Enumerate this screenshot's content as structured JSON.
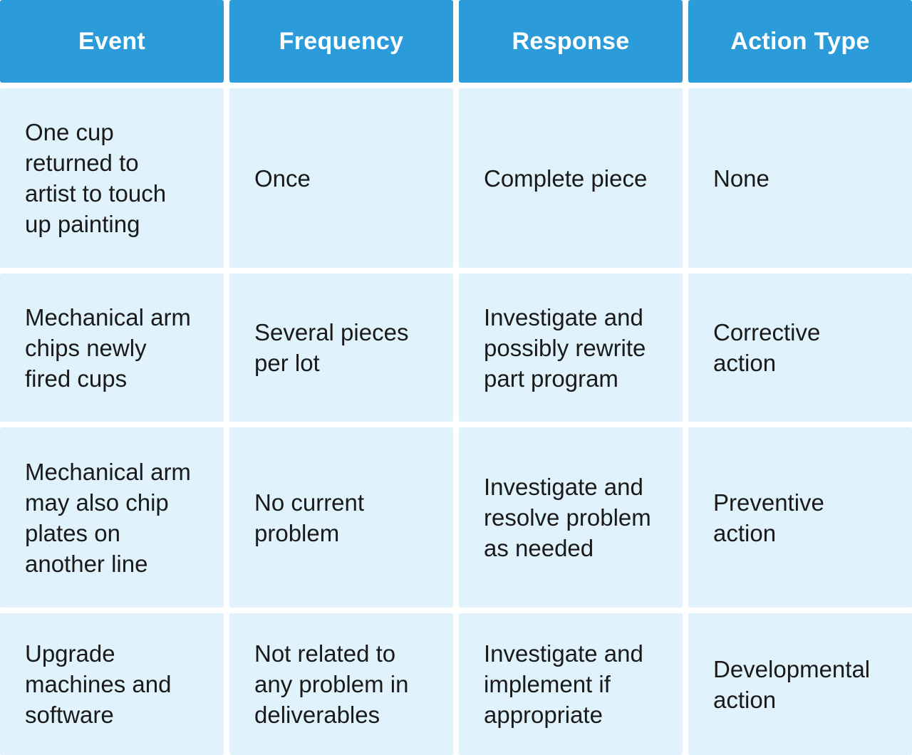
{
  "colors": {
    "header_bg": "#2B9CD9",
    "header_text": "#FFFFFF",
    "cell_bg": "#E0F2FB",
    "cell_text": "#1A1A1A",
    "gap_color": "#FFFFFF"
  },
  "table": {
    "columns": [
      "Event",
      "Frequency",
      "Response",
      "Action Type"
    ],
    "rows": [
      {
        "event": "One cup\nreturned to\nartist to touch\nup painting",
        "frequency": "Once",
        "response": "Complete piece",
        "action_type": "None"
      },
      {
        "event": "Mechanical arm\nchips newly\nfired cups",
        "frequency": "Several pieces\nper lot",
        "response": "Investigate and\npossibly rewrite\npart program",
        "action_type": "Corrective\naction"
      },
      {
        "event": "Mechanical arm\nmay also chip\nplates on\nanother line",
        "frequency": "No current\nproblem",
        "response": "Investigate and\nresolve problem\nas needed",
        "action_type": "Preventive\naction"
      },
      {
        "event": "Upgrade\nmachines and\nsoftware",
        "frequency": "Not related to\nany problem in\ndeliverables",
        "response": "Investigate and\nimplement if\nappropriate",
        "action_type": "Developmental\naction"
      }
    ]
  },
  "chart_data": {
    "type": "table",
    "columns": [
      "Event",
      "Frequency",
      "Response",
      "Action Type"
    ],
    "rows": [
      [
        "One cup returned to artist to touch up painting",
        "Once",
        "Complete piece",
        "None"
      ],
      [
        "Mechanical arm chips newly fired cups",
        "Several pieces per lot",
        "Investigate and possibly rewrite part program",
        "Corrective action"
      ],
      [
        "Mechanical arm may also chip plates on another line",
        "No current problem",
        "Investigate and resolve problem as needed",
        "Preventive action"
      ],
      [
        "Upgrade machines and software",
        "Not related to any problem in deliverables",
        "Investigate and implement if appropriate",
        "Developmental action"
      ]
    ],
    "title": "",
    "legend": false,
    "grid": "white gutters between solid cells"
  }
}
